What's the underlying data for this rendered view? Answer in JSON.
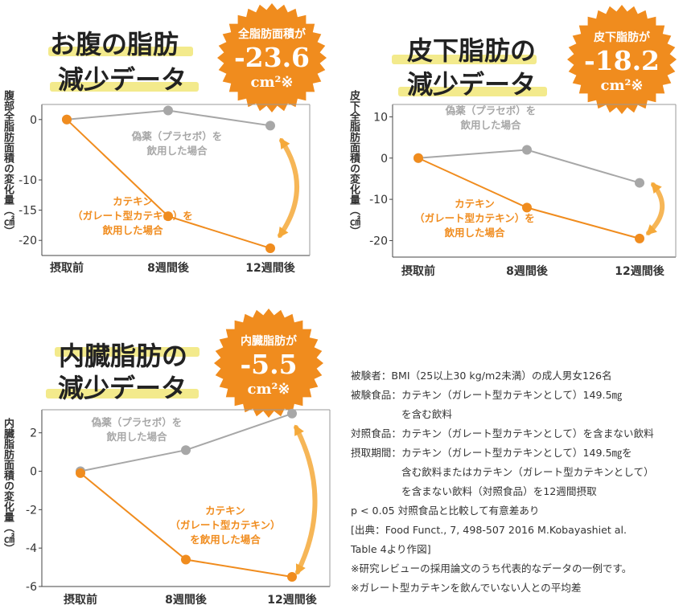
{
  "colors": {
    "catechin": "#f08c1e",
    "placebo": "#a7a7a7",
    "badge": "#f08c1e",
    "highlight": "#f3ea8c",
    "arrow": "#f5a93a"
  },
  "charts": [
    {
      "title_line1": "お腹の脂肪",
      "title_line2": "減少データ",
      "badge_line1": "全脂肪面積が",
      "badge_value": "-23.6",
      "badge_unit": "cm²※",
      "ylabel": "腹部全脂肪面積の変化量（㎠）",
      "placebo_label": [
        "偽薬（プラセボ）を",
        "飲用した場合"
      ],
      "catechin_label": [
        "カテキン",
        "（ガレート型カテキン）を",
        "飲用した場合"
      ]
    },
    {
      "title_line1": "皮下脂肪の",
      "title_line2": "減少データ",
      "badge_line1": "皮下脂肪が",
      "badge_value": "-18.2",
      "badge_unit": "cm²※",
      "ylabel": "皮下全脂肪面積の変化量（㎠）",
      "placebo_label": [
        "偽薬（プラセボ）を",
        "飲用した場合"
      ],
      "catechin_label": [
        "カテキン",
        "（ガレート型カテキン）を",
        "飲用した場合"
      ]
    },
    {
      "title_line1": "内臓脂肪の",
      "title_line2": "減少データ",
      "badge_line1": "内臓脂肪が",
      "badge_value": "-5.5",
      "badge_unit": "cm²※",
      "ylabel": "内臓脂肪面積の変化量（㎠）",
      "placebo_label": [
        "偽薬（プラセボ）を",
        "飲用した場合"
      ],
      "catechin_label": [
        "カテキン",
        "（ガレート型カテキン）",
        "を飲用した場合"
      ]
    }
  ],
  "chart_data": [
    {
      "type": "line",
      "categories": [
        "摂取前",
        "8週間後",
        "12週間後"
      ],
      "ylabel": "腹部全脂肪面積の変化量（㎠）",
      "yticks": [
        "0",
        "-10",
        "-15",
        "-20"
      ],
      "ylim": [
        -22.5,
        2.5
      ],
      "series": [
        {
          "name": "偽薬（プラセボ）を飲用した場合",
          "values": [
            0,
            1.5,
            -1
          ]
        },
        {
          "name": "カテキン（ガレート型カテキン）を飲用した場合",
          "values": [
            0,
            -16,
            -21.3
          ]
        }
      ]
    },
    {
      "type": "line",
      "categories": [
        "摂取前",
        "8週間後",
        "12週間後"
      ],
      "ylabel": "皮下全脂肪面積の変化量（㎠）",
      "yticks": [
        "10",
        "0",
        "-10",
        "-20"
      ],
      "ylim": [
        -24,
        13
      ],
      "series": [
        {
          "name": "偽薬（プラセボ）を飲用した場合",
          "values": [
            0,
            2,
            -6
          ]
        },
        {
          "name": "カテキン（ガレート型カテキン）を飲用した場合",
          "values": [
            0,
            -12,
            -19.5
          ]
        }
      ]
    },
    {
      "type": "line",
      "categories": [
        "摂取前",
        "8週間後",
        "12週間後"
      ],
      "ylabel": "内臓脂肪面積の変化量（㎠）",
      "yticks": [
        "2",
        "0",
        "-2",
        "-4",
        "-6"
      ],
      "ylim": [
        -6,
        3.2
      ],
      "series": [
        {
          "name": "偽薬（プラセボ）を飲用した場合",
          "values": [
            0,
            1.1,
            3
          ]
        },
        {
          "name": "カテキン（ガレート型カテキン）を飲用した場合",
          "values": [
            -0.1,
            -4.6,
            -5.5
          ]
        }
      ]
    }
  ],
  "notes": [
    "被験者：BMI（25以上30 kg/m2未満）の成人男女126名",
    "被験食品：カテキン（ガレート型カテキンとして）149.5㎎",
    "　　　　　を含む飲料",
    "対照食品：カテキン（ガレート型カテキンとして）を含まない飲料",
    "摂取期間：カテキン（ガレート型カテキンとして）149.5㎎を",
    "　　　　　含む飲料またはカテキン（ガレート型カテキンとして）",
    "　　　　　を含まない飲料（対照食品）を12週間摂取",
    "p < 0.05 対照食品と比較して有意差あり",
    "[出典：Food Funct., 7, 498-507 2016 M.Kobayashiet al.",
    "Table 4より作図]",
    "※研究レビューの採用論文のうち代表的なデータの一例です。",
    "※ガレート型カテキンを飲んでいない人との平均差"
  ]
}
